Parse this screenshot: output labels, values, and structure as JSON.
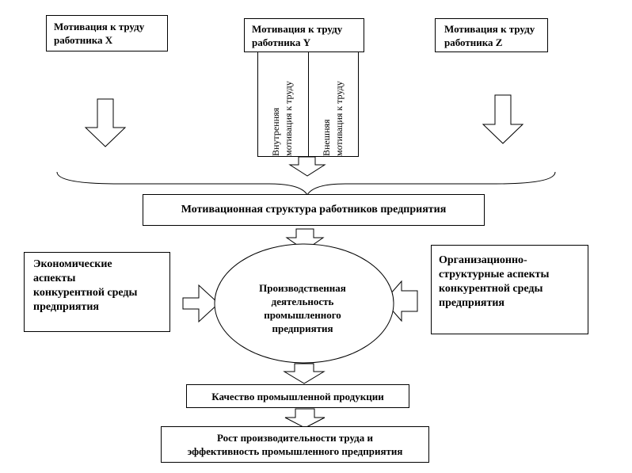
{
  "workers": {
    "x": "Мотивация к труду\nработника X",
    "y": "Мотивация к труду\nработника Y",
    "z": "Мотивация к труду\nработника Z"
  },
  "y_parts": {
    "internal": "Внутренняя\nмотивация к труду",
    "external": "Внешняя\nмотивация к труду"
  },
  "structure": "Мотивационная структура работников предприятия",
  "economic": "Экономические\nаспекты\nконкурентной среды\nпредприятия",
  "organizational": "Организационно-\nструктурные аспекты\nконкурентной среды\nпредприятия",
  "production": "Производственная\nдеятельность\nпромышленного\nпредприятия",
  "quality": "Качество промышленной продукции",
  "growth": "Рост производительности труда и\nэффективность промышленного предприятия"
}
